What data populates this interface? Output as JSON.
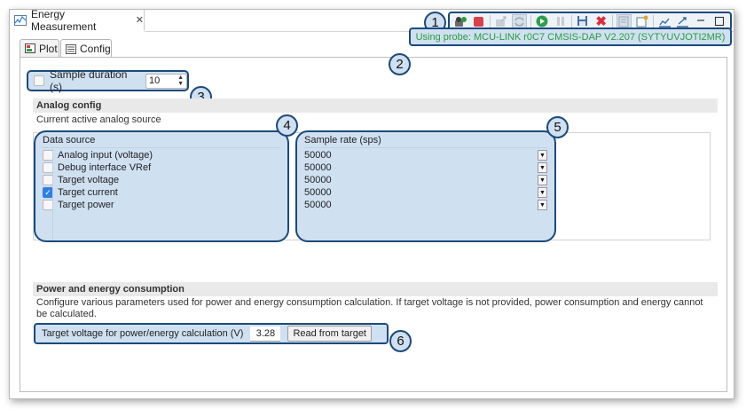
{
  "window": {
    "title": "Energy Measurement",
    "close_glyph": "✕"
  },
  "toolbar": {
    "icons": [
      "connect-probe-icon",
      "stop-icon",
      "export-icon",
      "sync-icon",
      "run-icon",
      "pause-icon",
      "save-icon",
      "delete-icon",
      "layout-icon",
      "open-config-icon",
      "import-icon",
      "export-data-icon",
      "minimize-icon",
      "maximize-icon"
    ]
  },
  "subtabs": [
    {
      "label": "Plot"
    },
    {
      "label": "Config"
    }
  ],
  "probe": {
    "status": "Using probe: MCU-LINK r0C7 CMSIS-DAP V2.207 (SYTYUVJOTI2MR)",
    "color": "#2a9d3c"
  },
  "sample": {
    "label": "Sample duration (s)",
    "value": "10",
    "checked": false
  },
  "analog": {
    "header": "Analog config",
    "subtitle": "Current active analog source",
    "col_source": "Data source",
    "col_rate": "Sample rate (sps)",
    "sources": [
      {
        "label": "Analog input (voltage)",
        "checked": false,
        "rate": "50000"
      },
      {
        "label": "Debug interface VRef",
        "checked": false,
        "rate": "50000"
      },
      {
        "label": "Target voltage",
        "checked": false,
        "rate": "50000"
      },
      {
        "label": "Target current",
        "checked": true,
        "rate": "50000"
      },
      {
        "label": "Target power",
        "checked": false,
        "rate": "50000"
      }
    ]
  },
  "power": {
    "header": "Power and energy consumption",
    "description": "Configure various parameters used for power and energy consumption calculation. If target voltage is not provided, power consumption and energy cannot be calculated.",
    "voltage_label": "Target voltage for power/energy calculation (V)",
    "voltage_value": "3.28",
    "read_button": "Read from target"
  },
  "callouts": [
    "1",
    "2",
    "3",
    "4",
    "5",
    "6"
  ],
  "colors": {
    "accent_border": "#1b4a7a",
    "highlight_fill": "#cfe0f1",
    "checked": "#2f7fe0"
  }
}
